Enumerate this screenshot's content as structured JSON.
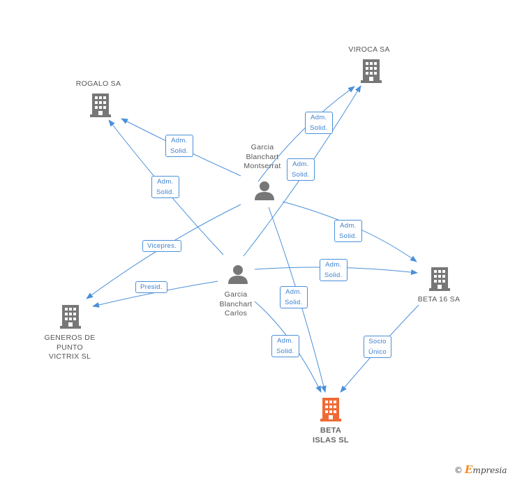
{
  "colors": {
    "edge": "#4a90d9",
    "building": "#777777",
    "main_building": "#f06a35",
    "person": "#777777"
  },
  "companies": {
    "viroca": "VIROCA SA",
    "rogalo": "ROGALO SA",
    "beta16": "BETA 16 SA",
    "generos": [
      "GENEROS DE",
      "PUNTO",
      "VICTRIX SL"
    ],
    "beta_islas": [
      "BETA",
      "ISLAS SL"
    ]
  },
  "people": {
    "montserrat": [
      "Garcia",
      "Blanchart",
      "Montserrat"
    ],
    "carlos": [
      "Garcia",
      "Blanchart",
      "Carlos"
    ]
  },
  "relations": {
    "m_rogalo": [
      "Adm.",
      "Solid."
    ],
    "c_rogalo": [
      "Adm.",
      "Solid."
    ],
    "m_viroca": [
      "Adm.",
      "Solid."
    ],
    "c_viroca": [
      "Adm.",
      "Solid."
    ],
    "m_beta16": [
      "Adm.",
      "Solid."
    ],
    "c_beta16": [
      "Adm.",
      "Solid."
    ],
    "m_generos": [
      "Vicepres."
    ],
    "c_generos": [
      "Presid."
    ],
    "m_betaislas": [
      "Adm.",
      "Solid."
    ],
    "c_betaislas": [
      "Adm.",
      "Solid."
    ],
    "beta16_betaislas": [
      "Socio",
      "Único"
    ]
  },
  "watermark": {
    "copyright": "©",
    "brand_initial": "E",
    "brand_rest": "mpresia"
  }
}
